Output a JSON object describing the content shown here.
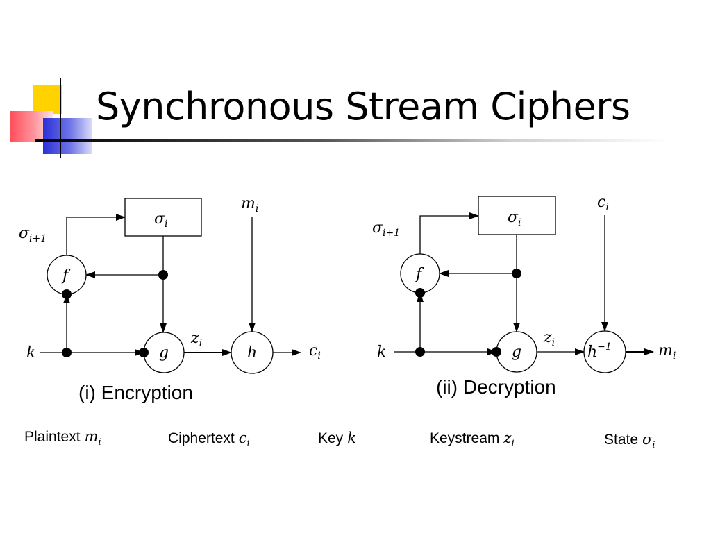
{
  "title": "Synchronous Stream Ciphers",
  "diagram_encryption": {
    "caption": "(i) Encryption",
    "state_box": "σ",
    "state_box_sub": "i",
    "next_state": "σ",
    "next_state_sub": "i+1",
    "f_node": "f",
    "g_node": "g",
    "h_node": "h",
    "key_input": "k",
    "keystream": "z",
    "keystream_sub": "i",
    "input_top": "m",
    "input_top_sub": "i",
    "output": "c",
    "output_sub": "i"
  },
  "diagram_decryption": {
    "caption": "(ii) Decryption",
    "state_box": "σ",
    "state_box_sub": "i",
    "next_state": "σ",
    "next_state_sub": "i+1",
    "f_node": "f",
    "g_node": "g",
    "h_node": "h",
    "h_node_sup": "−1",
    "key_input": "k",
    "keystream": "z",
    "keystream_sub": "i",
    "input_top": "c",
    "input_top_sub": "i",
    "output": "m",
    "output_sub": "i"
  },
  "legend": {
    "plaintext_label": "Plaintext",
    "plaintext_sym": "m",
    "plaintext_sub": "i",
    "ciphertext_label": "Ciphertext",
    "ciphertext_sym": "c",
    "ciphertext_sub": "i",
    "key_label": "Key",
    "key_sym": "k",
    "keystream_label": "Keystream",
    "keystream_sym": "z",
    "keystream_sub": "i",
    "state_label": "State",
    "state_sym": "σ",
    "state_sub": "i"
  }
}
